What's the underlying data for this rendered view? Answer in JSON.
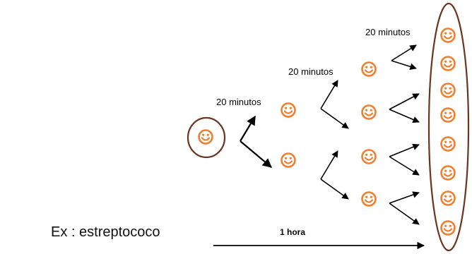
{
  "labels": {
    "gen1": "20 minutos",
    "gen2": "20 minutos",
    "gen3": "20 minutos",
    "time_total": "1 hora",
    "example": "Ex : estreptococo"
  },
  "colors": {
    "face": "#f07f2f",
    "ellipse": "#6b3320",
    "arrow": "#000000"
  },
  "icon": "smiley-face-icon",
  "generation_counts": [
    1,
    2,
    4,
    8
  ]
}
